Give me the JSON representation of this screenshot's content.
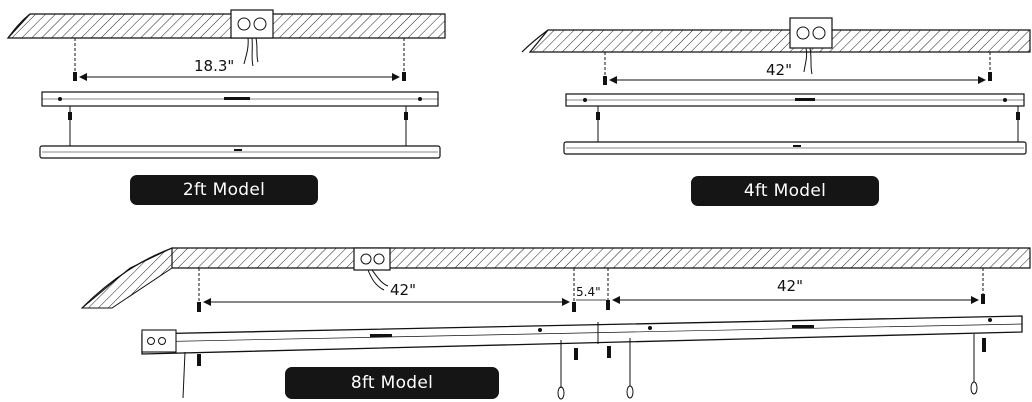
{
  "models": {
    "m2ft": {
      "label": "2ft Model",
      "dimension": "18.3\""
    },
    "m4ft": {
      "label": "4ft Model",
      "dimension": "42\""
    },
    "m8ft": {
      "label": "8ft Model",
      "dimension_left": "42\"",
      "dimension_gap": "5.4\"",
      "dimension_right": "42\""
    }
  },
  "colors": {
    "line": "#111111",
    "pill": "#151515",
    "pill_text": "#ffffff"
  }
}
